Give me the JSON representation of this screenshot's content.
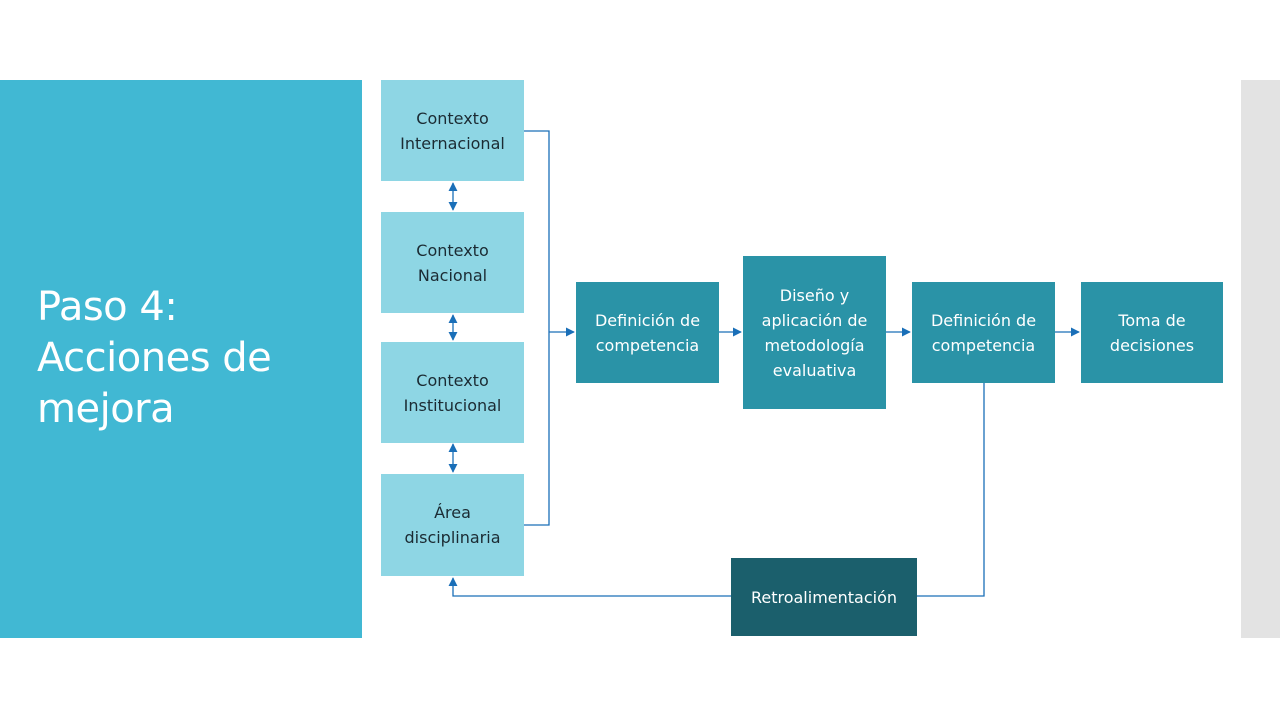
{
  "slide": {
    "title": "Paso 4:\nAcciones de\nmejora"
  },
  "contexts": [
    {
      "label": "Contexto Internacional"
    },
    {
      "label": "Contexto Nacional"
    },
    {
      "label": "Contexto Institucional"
    },
    {
      "label": "Área disciplinaria"
    }
  ],
  "process": [
    {
      "label": "Definición de competencia"
    },
    {
      "label": "Diseño y aplicación de metodología evaluativa"
    },
    {
      "label": "Definición de competencia"
    },
    {
      "label": "Toma de decisiones"
    }
  ],
  "feedback": {
    "label": "Retroalimentación"
  },
  "colors": {
    "title_band": "#41b8d3",
    "context_box": "#8ed6e4",
    "process_box": "#2a93a7",
    "feedback_box": "#1b5f6c",
    "connector": "#1a6fb8",
    "side_band": "#e3e3e3"
  }
}
